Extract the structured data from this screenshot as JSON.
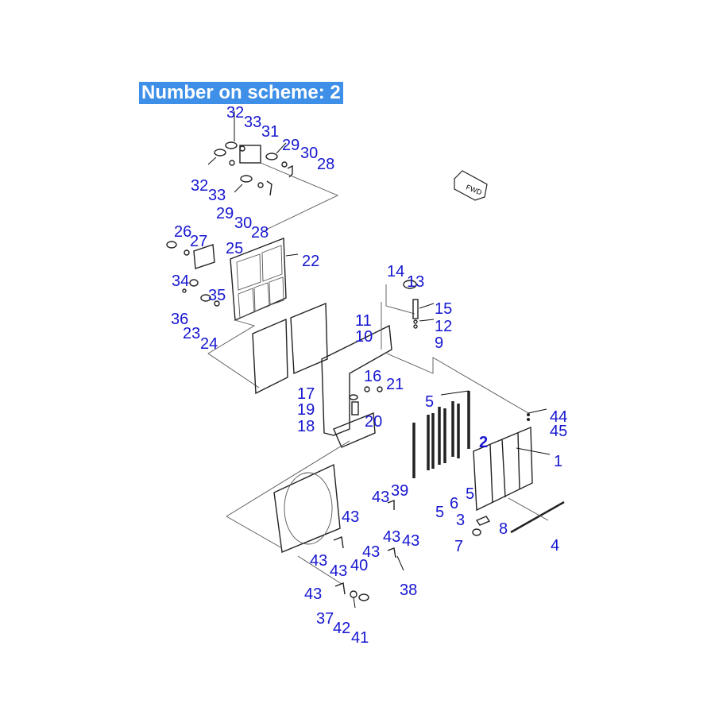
{
  "header": {
    "title": "Number on scheme: 2"
  },
  "fwd_marker": "FWD",
  "labels": [
    "32",
    "33",
    "31",
    "29",
    "30",
    "28",
    "32",
    "33",
    "29",
    "30",
    "28",
    "26",
    "27",
    "25",
    "22",
    "34",
    "35",
    "36",
    "23",
    "24",
    "14",
    "13",
    "15",
    "11",
    "12",
    "10",
    "9",
    "16",
    "21",
    "17",
    "19",
    "18",
    "20",
    "5",
    "44",
    "45",
    "2",
    "1",
    "43",
    "39",
    "5",
    "6",
    "5",
    "3",
    "8",
    "7",
    "4",
    "43",
    "43",
    "43",
    "43",
    "43",
    "43",
    "40",
    "38",
    "43",
    "37",
    "42",
    "41"
  ],
  "colors": {
    "label": "#1616d0",
    "title_bg": "#3d8fe8"
  }
}
